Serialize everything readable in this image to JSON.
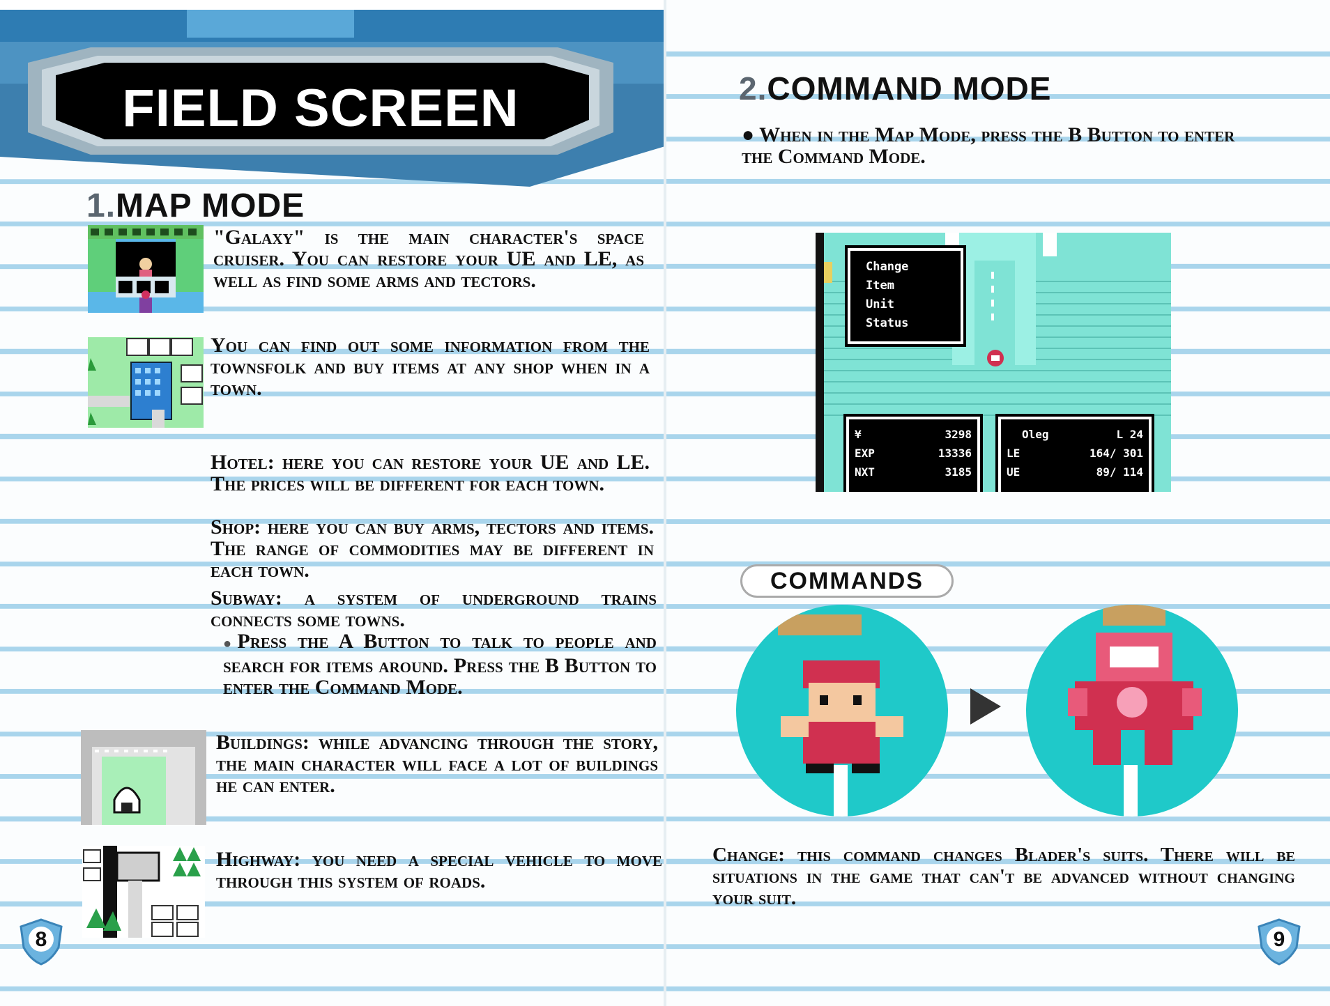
{
  "header": {
    "title": "FIELD SCREEN"
  },
  "section1": {
    "num": "1.",
    "title": "MAP MODE",
    "galaxy": "\"Galaxy\" is the main character's space cruiser. You can restore your UE and LE, as well as find some arms and tectors.",
    "town": "You can find out some information from the townsfolk and buy items at any shop when in a town.",
    "hotel": "Hotel: here you can restore your UE and LE. The prices will be different for each town.",
    "shop": "Shop: here you can buy arms, tectors and items. The range of commodities may be different in each town.",
    "subway": "Subway: a system of underground trains connects some towns.",
    "press": "Press the A Button to talk to people and search for items around. Press the B Button to enter the Command Mode.",
    "buildings": "Buildings: while advancing through the story, the main character will face a lot of buildings he can enter.",
    "highway": "Highway: you need a special vehicle to move through this system of roads."
  },
  "section2": {
    "num": "2.",
    "title": "COMMAND MODE",
    "intro": "When in the Map Mode, press the B Button to enter the Command Mode.",
    "menu": [
      "Change",
      "Item",
      "Unit",
      "Status"
    ],
    "stats_left": [
      [
        "¥",
        "3298"
      ],
      [
        "EXP",
        "13336"
      ],
      [
        "NXT",
        "3185"
      ]
    ],
    "stats_right": [
      [
        "Oleg",
        "L 24"
      ],
      [
        "LE",
        "164/ 301"
      ],
      [
        "UE",
        "89/ 114"
      ]
    ],
    "commands_label": "COMMANDS",
    "change": "Change: this command changes Blader's suits. There will be situations in the game that can't be advanced without changing your suit."
  },
  "pages": {
    "left": "8",
    "right": "9"
  },
  "colors": {
    "accent": "#3a84b8",
    "stripe": "#a9d5ec",
    "screen": "#7fe3d5"
  }
}
